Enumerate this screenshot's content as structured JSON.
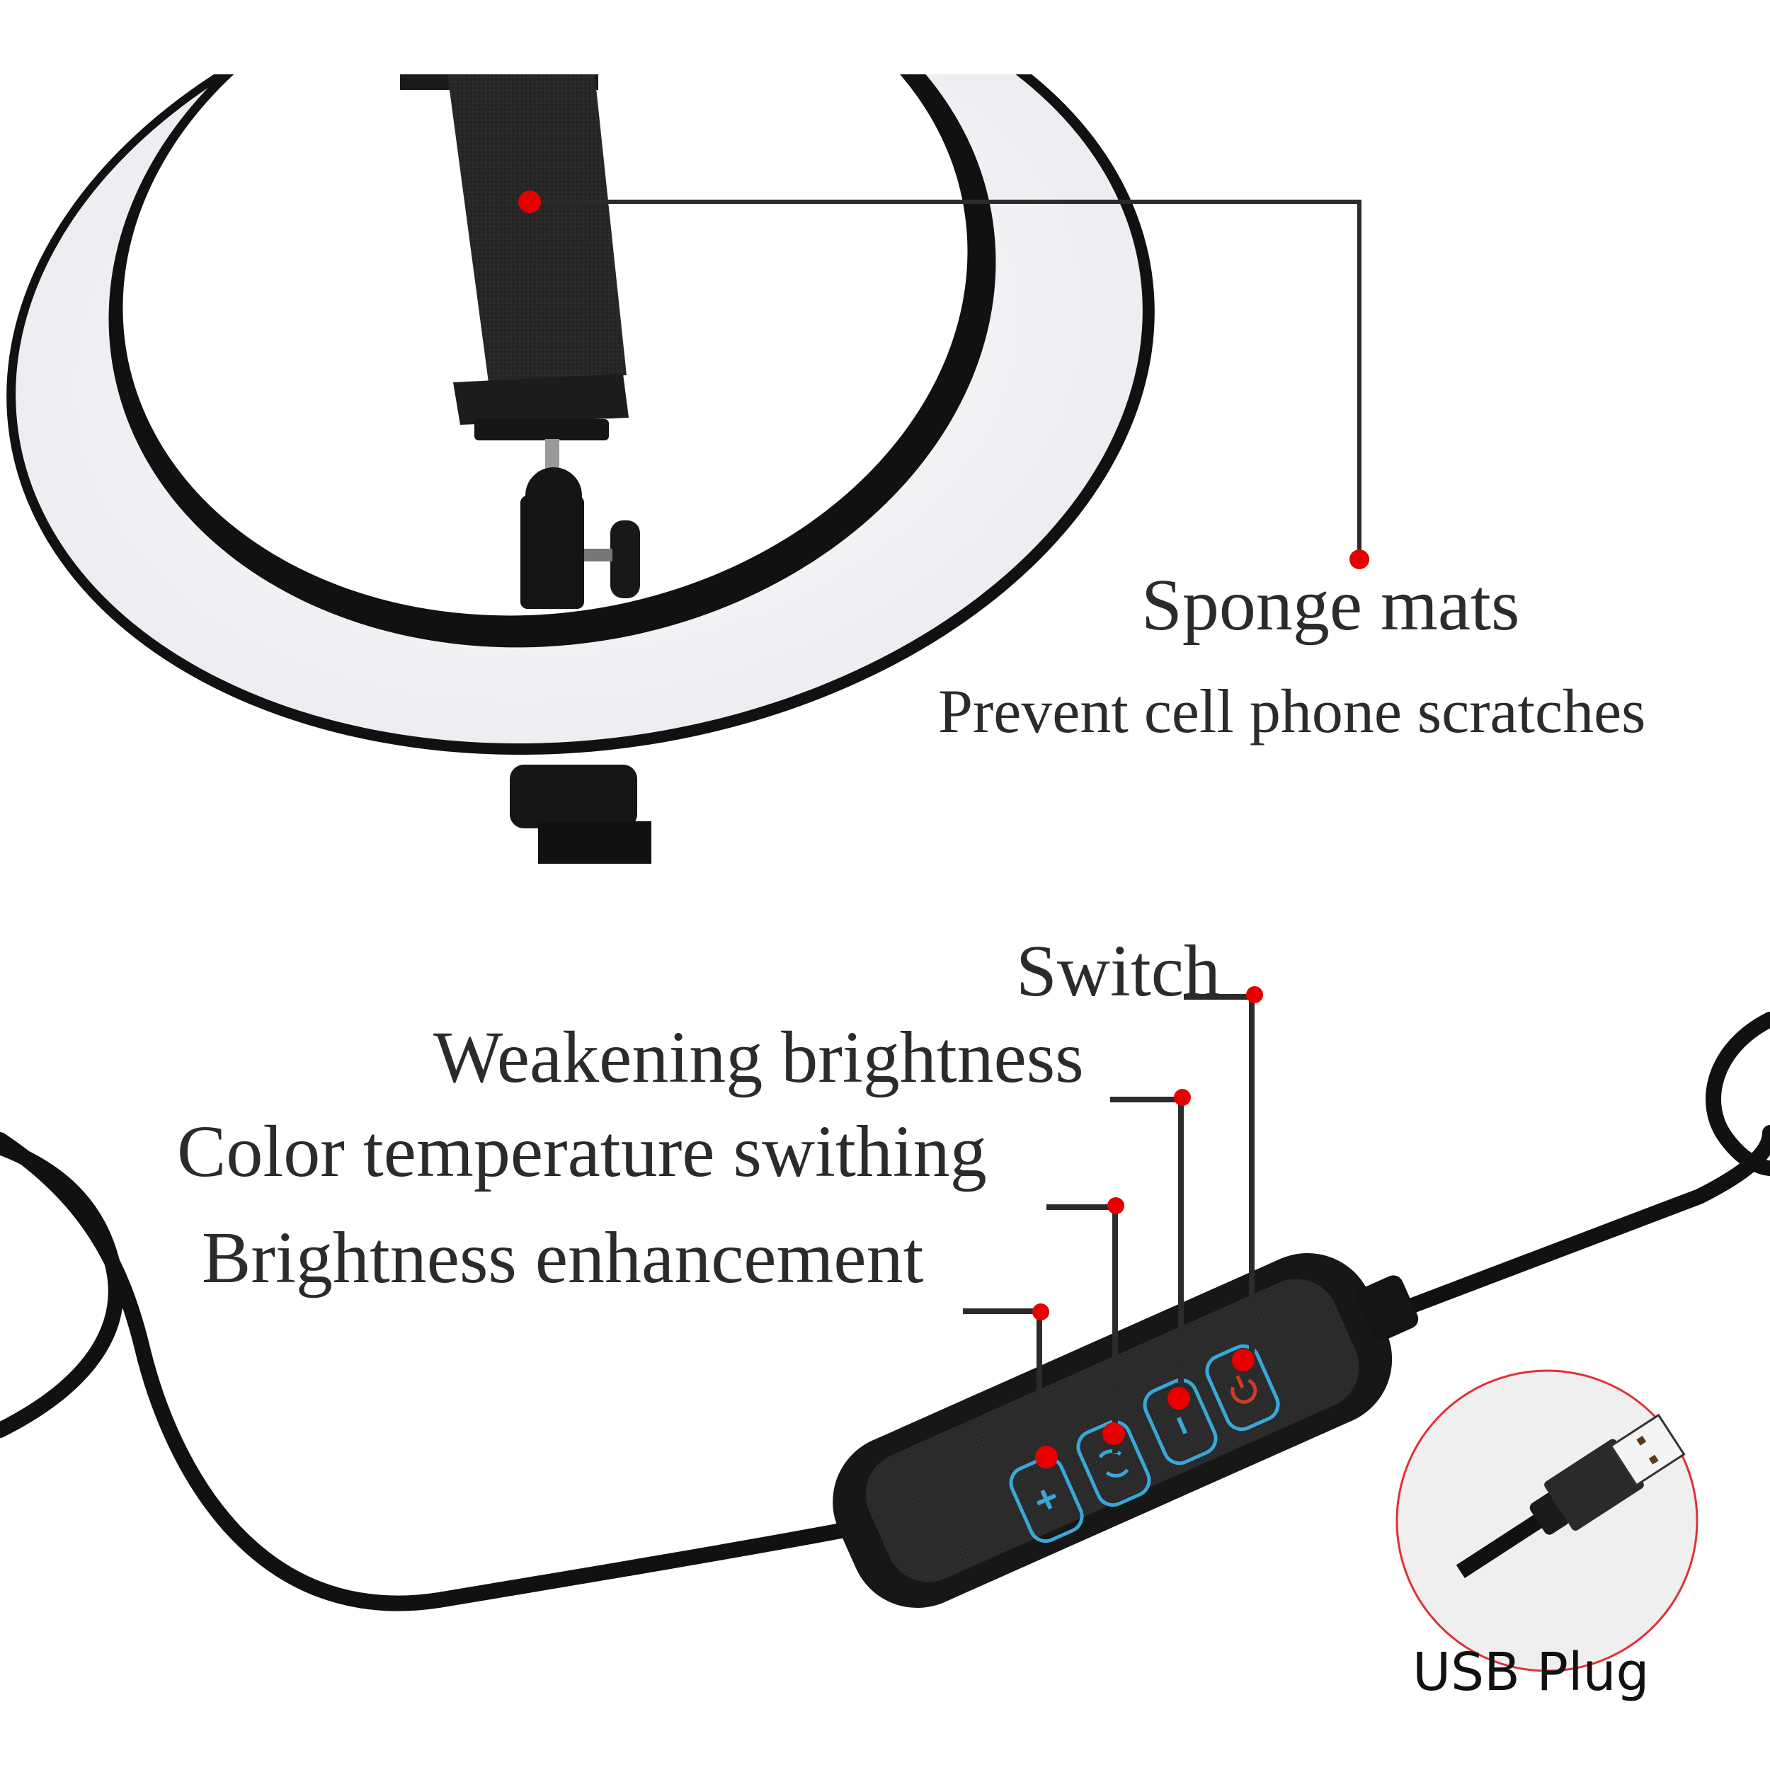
{
  "top_panel": {
    "callout": {
      "title": "Sponge mats",
      "subtitle": "Prevent cell phone scratches"
    }
  },
  "bottom_panel": {
    "callouts": [
      {
        "id": "switch",
        "label": "Switch",
        "button_icon": "power-icon"
      },
      {
        "id": "weakening",
        "label": "Weakening brightness",
        "button_icon": "minus-icon"
      },
      {
        "id": "color-temp",
        "label": "Color temperature swithing",
        "button_icon": "cycle-arrows-icon"
      },
      {
        "id": "enhance",
        "label": "Brightness enhancement",
        "button_icon": "plus-icon"
      }
    ],
    "usb_inset": {
      "label": "USB Plug"
    }
  },
  "colors": {
    "marker_red": "#e60000",
    "leader_line": "#2b2b2b",
    "button_outline": "#3aa7d8",
    "power_glyph": "#d23a2a",
    "inset_border": "#e0303a",
    "inset_fill": "#efefef",
    "ring_light": "#f4f4f7",
    "ring_rim": "#111111"
  }
}
